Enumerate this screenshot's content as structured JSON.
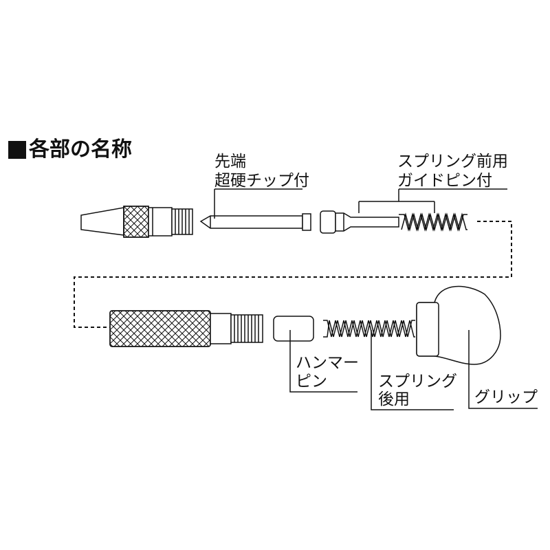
{
  "title": "各部の名称",
  "labels": {
    "tip_line1": "先端",
    "tip_line2": "超硬チップ付",
    "front_line1": "スプリング前用",
    "front_line2": "ガイドピン付",
    "hammer_line1": "ハンマー",
    "hammer_line2": "ピン",
    "rear_line1": "スプリング",
    "rear_line2": "後用",
    "grip": "グリップ"
  }
}
